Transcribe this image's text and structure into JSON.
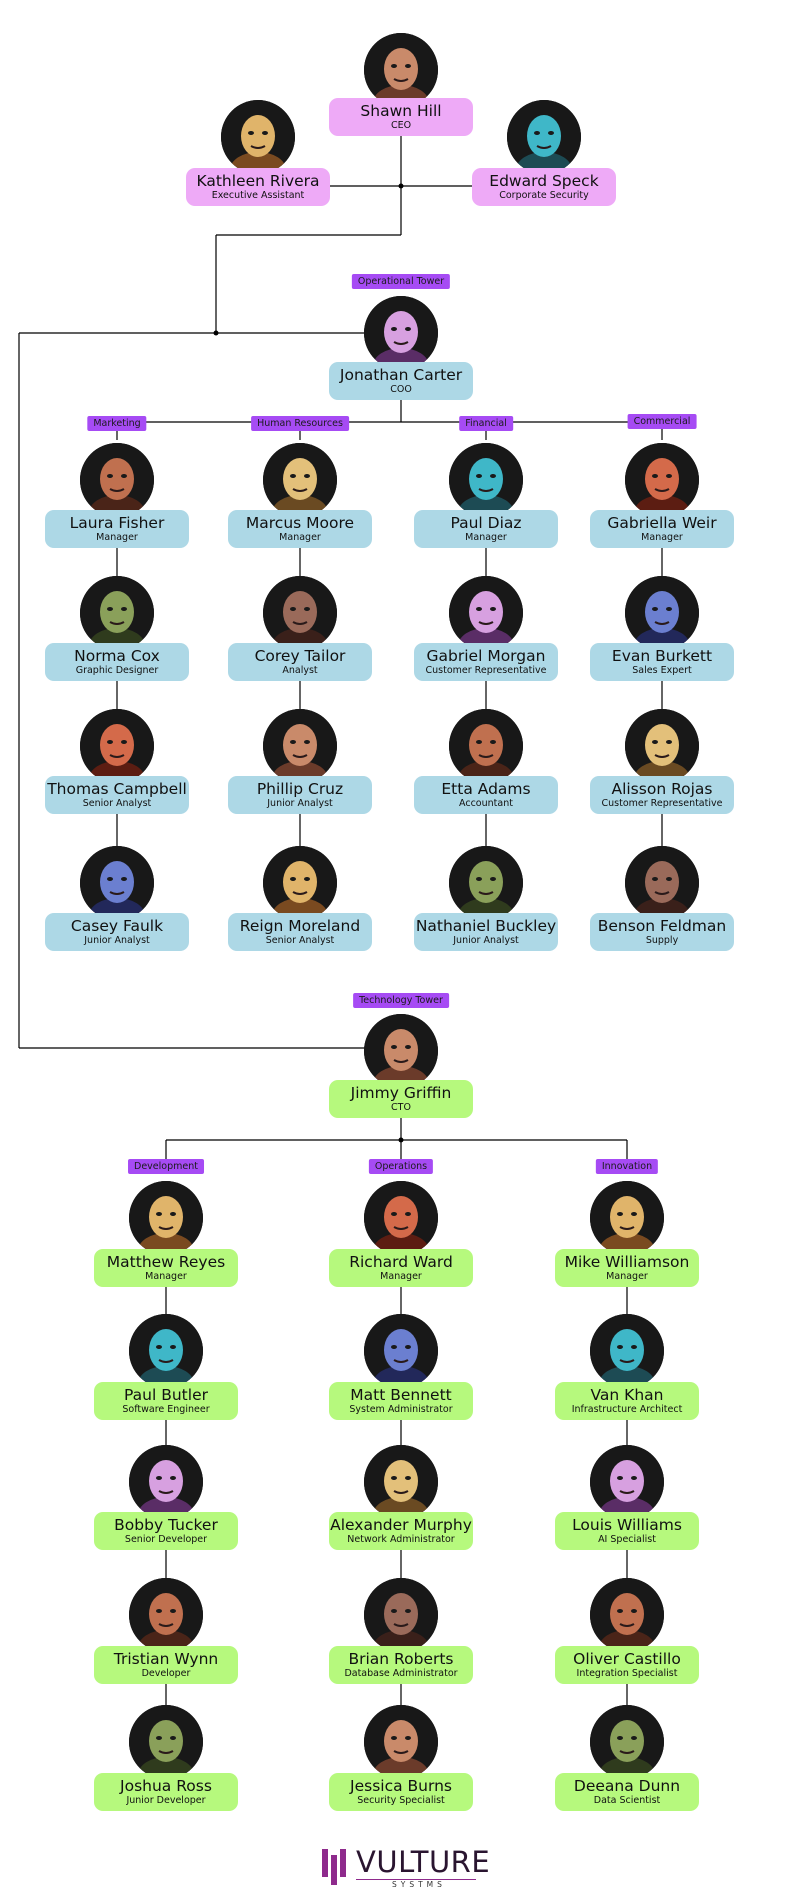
{
  "executive": {
    "ceo": {
      "name": "Shawn Hill",
      "role": "CEO"
    },
    "left": {
      "name": "Kathleen Rivera",
      "role": "Executive Assistant"
    },
    "right": {
      "name": "Edward Speck",
      "role": "Corporate Security"
    }
  },
  "operational": {
    "tag": "Operational Tower",
    "head": {
      "name": "Jonathan Carter",
      "role": "COO"
    },
    "departments": [
      {
        "tag": "Marketing",
        "people": [
          {
            "name": "Laura Fisher",
            "role": "Manager"
          },
          {
            "name": "Norma Cox",
            "role": "Graphic Designer"
          },
          {
            "name": "Thomas Campbell",
            "role": "Senior Analyst"
          },
          {
            "name": "Casey Faulk",
            "role": "Junior Analyst"
          }
        ]
      },
      {
        "tag": "Human Resources",
        "people": [
          {
            "name": "Marcus Moore",
            "role": "Manager"
          },
          {
            "name": "Corey Tailor",
            "role": "Analyst"
          },
          {
            "name": "Phillip Cruz",
            "role": "Junior Analyst"
          },
          {
            "name": "Reign Moreland",
            "role": "Senior Analyst"
          }
        ]
      },
      {
        "tag": "Financial",
        "people": [
          {
            "name": "Paul Diaz",
            "role": "Manager"
          },
          {
            "name": "Gabriel Morgan",
            "role": "Customer Representative"
          },
          {
            "name": "Etta Adams",
            "role": "Accountant"
          },
          {
            "name": "Nathaniel Buckley",
            "role": "Junior Analyst"
          }
        ]
      },
      {
        "tag": "Commercial",
        "people": [
          {
            "name": "Gabriella Weir",
            "role": "Manager"
          },
          {
            "name": "Evan Burkett",
            "role": "Sales Expert"
          },
          {
            "name": "Alisson Rojas",
            "role": "Customer Representative"
          },
          {
            "name": "Benson Feldman",
            "role": "Supply"
          }
        ]
      }
    ]
  },
  "technology": {
    "tag": "Technology Tower",
    "head": {
      "name": "Jimmy Griffin",
      "role": "CTO"
    },
    "departments": [
      {
        "tag": "Development",
        "people": [
          {
            "name": "Matthew Reyes",
            "role": "Manager"
          },
          {
            "name": "Paul Butler",
            "role": "Software Engineer"
          },
          {
            "name": "Bobby Tucker",
            "role": "Senior Developer"
          },
          {
            "name": "Tristian Wynn",
            "role": "Developer"
          },
          {
            "name": "Joshua Ross",
            "role": "Junior Developer"
          }
        ]
      },
      {
        "tag": "Operations",
        "people": [
          {
            "name": "Richard Ward",
            "role": "Manager"
          },
          {
            "name": "Matt Bennett",
            "role": "System Administrator"
          },
          {
            "name": "Alexander Murphy",
            "role": "Network Administrator"
          },
          {
            "name": "Brian Roberts",
            "role": "Database Administrator"
          },
          {
            "name": "Jessica Burns",
            "role": "Security Specialist"
          }
        ]
      },
      {
        "tag": "Innovation",
        "people": [
          {
            "name": "Mike Williamson",
            "role": "Manager"
          },
          {
            "name": "Van Khan",
            "role": "Infrastructure Architect"
          },
          {
            "name": "Louis Williams",
            "role": "AI Specialist"
          },
          {
            "name": "Oliver Castillo",
            "role": "Integration Specialist"
          },
          {
            "name": "Deeana Dunn",
            "role": "Data Scientist"
          }
        ]
      }
    ]
  },
  "logo": {
    "word": "VULTURE",
    "sub": "SYSTMS"
  },
  "colors": {
    "executive": "#eeaaf7",
    "operational": "#add8e6",
    "technology": "#b6f97d",
    "tag": "#a64bf4",
    "line": "#000000"
  }
}
